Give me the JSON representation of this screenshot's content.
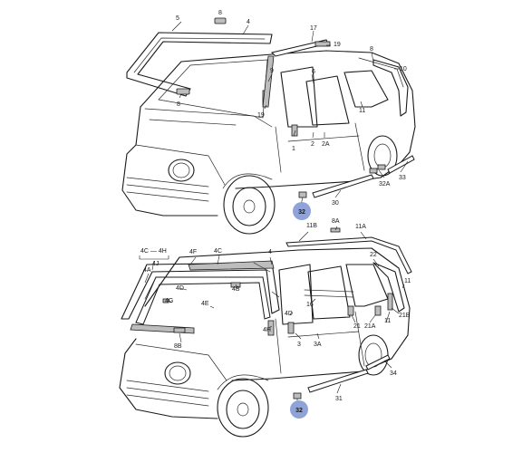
{
  "top": {
    "labels": {
      "l5": "5",
      "l8a": "8",
      "l4": "4",
      "l17": "17",
      "l19a": "19",
      "l8b": "8",
      "l6": "6",
      "l10": "10",
      "l9": "9",
      "l8c": "8",
      "l19b": "19",
      "l11": "11",
      "l1": "1",
      "l2": "2",
      "l2a": "2A",
      "l32a": "32A",
      "l33": "33",
      "l30": "30"
    },
    "badge": "32"
  },
  "bottom": {
    "labels": {
      "l11b": "11B",
      "l8a": "8A",
      "l11a": "11A",
      "l4c4h": "4C — 4H",
      "l4j": "4J",
      "l4f": "4F",
      "l4cb": "4C",
      "l22": "22",
      "l4a": "4A",
      "l4d": "4D",
      "l4b": "4B",
      "l4g": "4G",
      "l4e": "4E",
      "l8b": "8B",
      "l4d2": "4D",
      "l4h": "4H",
      "l16": "16",
      "l3": "3",
      "l3a": "3A",
      "l21": "21",
      "l21a": "21A",
      "l21b": "21B",
      "l11": "11",
      "l34": "34",
      "l31": "31"
    },
    "badge": "32"
  },
  "colors": {
    "line": "#1a1a1a",
    "badge": "#8fa3d8",
    "hatch": "#bdbdbd"
  }
}
